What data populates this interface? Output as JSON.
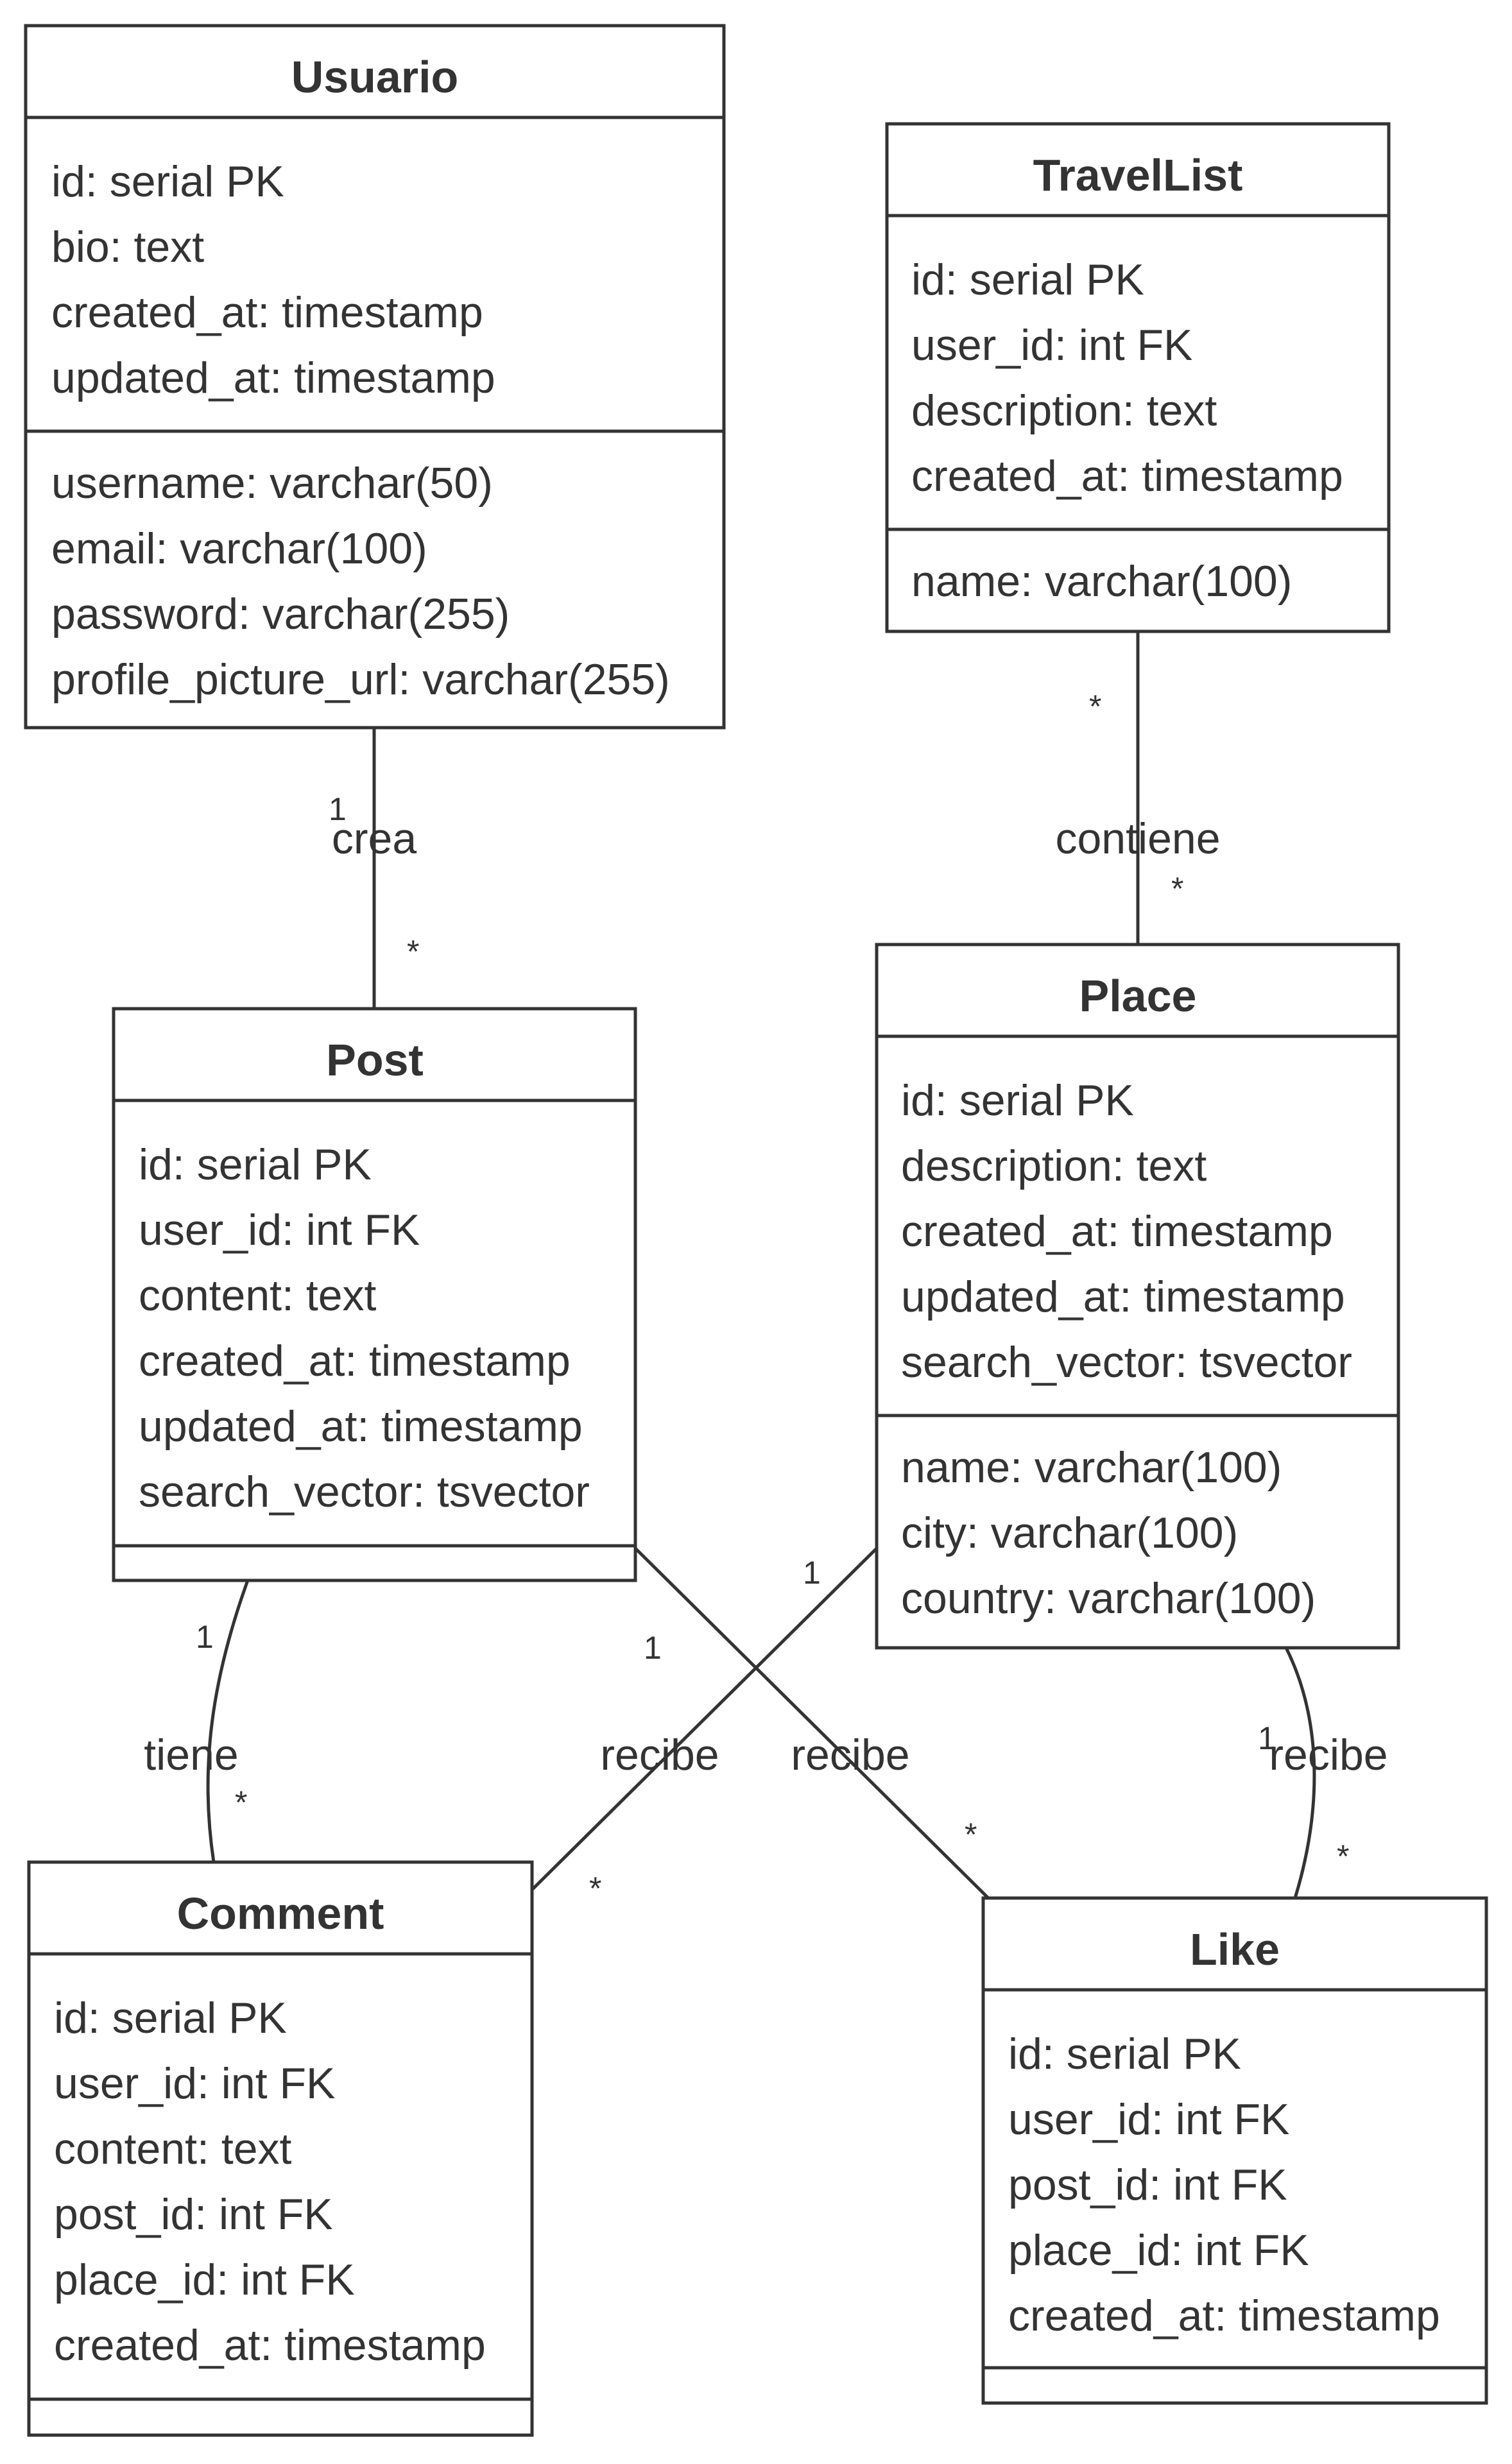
{
  "entities": [
    {
      "id": "usuario",
      "title": "Usuario",
      "attributes": [
        "id: serial PK",
        "bio: text",
        "created_at: timestamp",
        "updated_at: timestamp"
      ],
      "fields": [
        "username: varchar(50)",
        "email: varchar(100)",
        "password: varchar(255)",
        "profile_picture_url: varchar(255)"
      ]
    },
    {
      "id": "travellist",
      "title": "TravelList",
      "attributes": [
        "id: serial PK",
        "user_id: int FK",
        "description: text",
        "created_at: timestamp"
      ],
      "fields": [
        "name: varchar(100)"
      ]
    },
    {
      "id": "post",
      "title": "Post",
      "attributes": [
        "id: serial PK",
        "user_id: int FK",
        "content: text",
        "created_at: timestamp",
        "updated_at: timestamp",
        "search_vector: tsvector"
      ],
      "fields": []
    },
    {
      "id": "place",
      "title": "Place",
      "attributes": [
        "id: serial PK",
        "description: text",
        "created_at: timestamp",
        "updated_at: timestamp",
        "search_vector: tsvector"
      ],
      "fields": [
        "name: varchar(100)",
        "city: varchar(100)",
        "country: varchar(100)"
      ]
    },
    {
      "id": "comment",
      "title": "Comment",
      "attributes": [
        "id: serial PK",
        "user_id: int FK",
        "content: text",
        "post_id: int FK",
        "place_id: int FK",
        "created_at: timestamp"
      ],
      "fields": []
    },
    {
      "id": "like",
      "title": "Like",
      "attributes": [
        "id: serial PK",
        "user_id: int FK",
        "post_id: int FK",
        "place_id: int FK",
        "created_at: timestamp"
      ],
      "fields": []
    }
  ],
  "relationships": [
    {
      "id": "usuario-post",
      "label": "crea",
      "from_card": "1",
      "to_card": "*"
    },
    {
      "id": "travellist-place",
      "label": "contiene",
      "from_card": "*",
      "to_card": "*"
    },
    {
      "id": "post-comment",
      "label": "tiene",
      "from_card": "1",
      "to_card": "*"
    },
    {
      "id": "place-comment",
      "label": "recibe",
      "from_card": "1",
      "to_card": "*"
    },
    {
      "id": "post-like",
      "label": "recibe",
      "from_card": "1",
      "to_card": "*"
    },
    {
      "id": "place-like",
      "label": "recibe",
      "from_card": "1",
      "to_card": "*"
    }
  ]
}
